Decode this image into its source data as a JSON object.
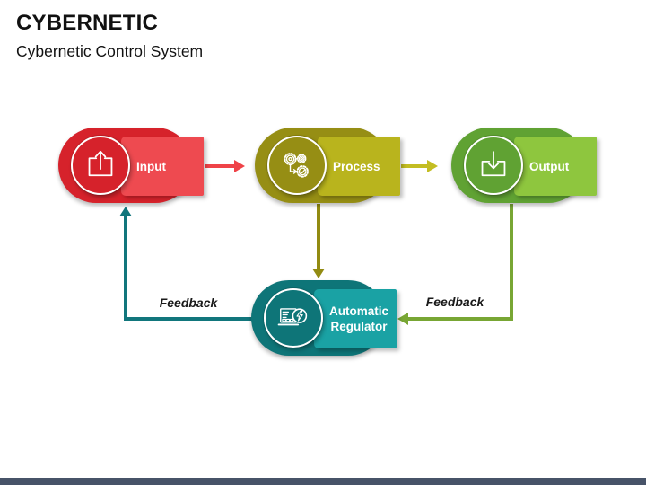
{
  "slide": {
    "title": "CYBERNETIC",
    "subtitle": "Cybernetic Control System",
    "footer_bar_color": "#475368"
  },
  "diagram": {
    "nodes": [
      {
        "id": "input",
        "label": "Input",
        "icon": "upload-icon",
        "color_dark": "#d6222b",
        "color_light": "#ee4a50"
      },
      {
        "id": "process",
        "label": "Process",
        "icon": "gears-icon",
        "color_dark": "#968e14",
        "color_light": "#b9b41d"
      },
      {
        "id": "output",
        "label": "Output",
        "icon": "download-icon",
        "color_dark": "#60a233",
        "color_light": "#8ec63e"
      },
      {
        "id": "regulator",
        "label_lines": [
          "Automatic",
          "Regulator"
        ],
        "icon": "automation-monitor-icon",
        "color_dark": "#0e7578",
        "color_light": "#1aa2a4"
      }
    ],
    "arrows": {
      "input_to_process": {
        "color": "#ef4348"
      },
      "process_to_output": {
        "color": "#c3bd22"
      },
      "process_to_regulator": {
        "color": "#928b12"
      },
      "output_to_regulator": {
        "color": "#78a634",
        "label": "Feedback"
      },
      "regulator_to_input": {
        "color": "#11767c",
        "label": "Feedback"
      }
    }
  }
}
